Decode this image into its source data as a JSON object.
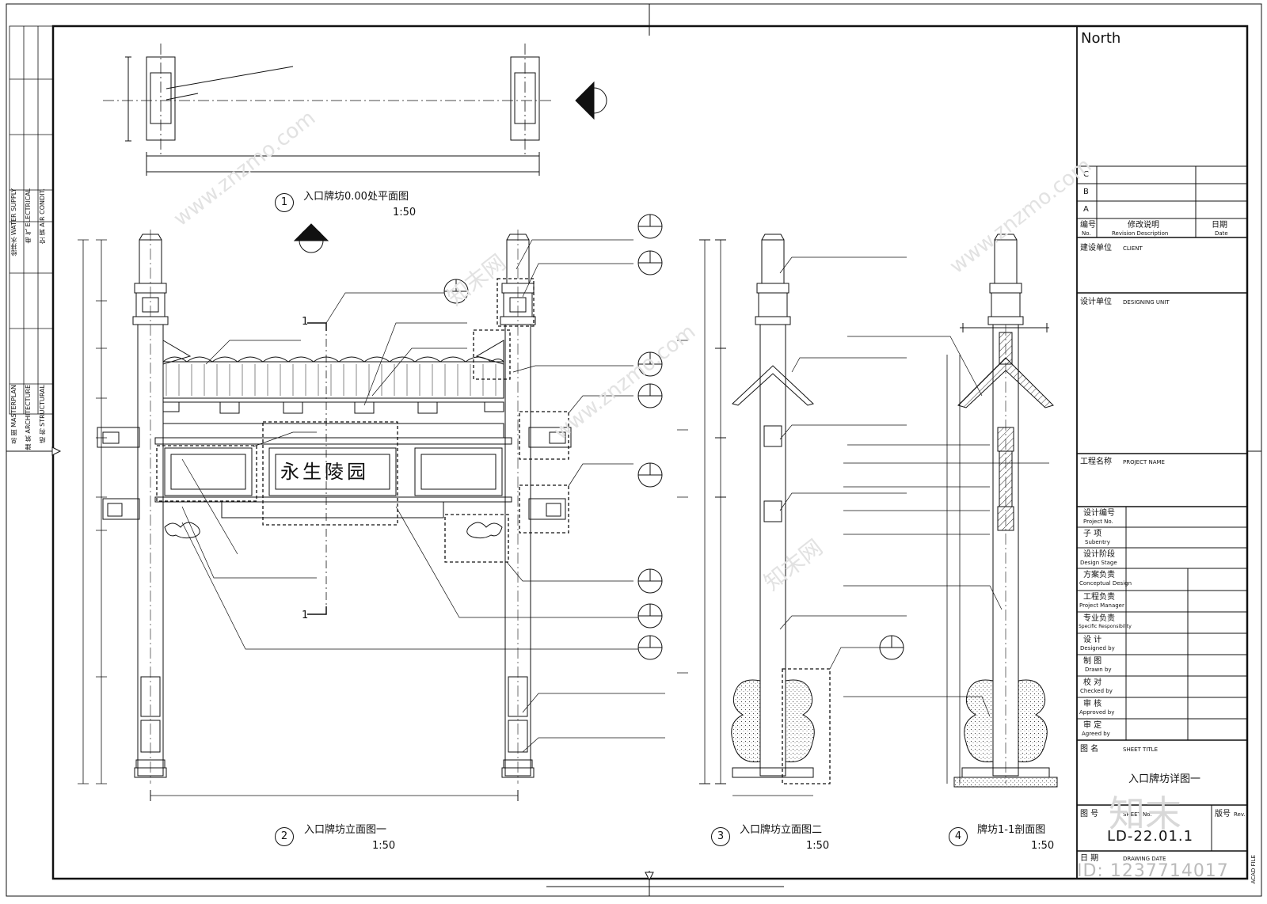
{
  "drawing": {
    "views": [
      {
        "num": "1",
        "title": "入口牌坊0.00处平面图",
        "scale": "1:50"
      },
      {
        "num": "2",
        "title": "入口牌坊立面图一",
        "scale": "1:50"
      },
      {
        "num": "3",
        "title": "入口牌坊立面图二",
        "scale": "1:50"
      },
      {
        "num": "4",
        "title": "牌坊1-1剖面图",
        "scale": "1:50"
      }
    ],
    "section_marks": [
      "1",
      "1"
    ],
    "plaque_text": "永生陵园"
  },
  "left_strip": {
    "top": [
      "给排水 WATER SUPPLY",
      "电 气 ELECTRICAL",
      "空 调 AIR CONDIT."
    ],
    "bottom": [
      "总 图 MASTERPLAN",
      "建 筑 ARCHITECTURE",
      "结 构 STRUCTURAL"
    ]
  },
  "title_block": {
    "north": "North",
    "revisions": [
      "C",
      "B",
      "A"
    ],
    "rev_header": {
      "no_cn": "编号",
      "no_en": "No.",
      "desc_cn": "修改说明",
      "desc_en": "Revision Description",
      "date_cn": "日期",
      "date_en": "Date"
    },
    "client": {
      "cn": "建设单位",
      "en": "CLIENT"
    },
    "designing_unit": {
      "cn": "设计单位",
      "en": "DESIGNING UNIT"
    },
    "project_name": {
      "cn": "工程名称",
      "en": "PROJECT NAME"
    },
    "rows": [
      {
        "cn": "设计编号",
        "en": "Project No."
      },
      {
        "cn": "子 项",
        "en": "Subentry"
      },
      {
        "cn": "设计阶段",
        "en": "Design Stage"
      },
      {
        "cn": "方案负责",
        "en": "Conceptual Design"
      },
      {
        "cn": "工程负责",
        "en": "Project Manager"
      },
      {
        "cn": "专业负责",
        "en": "Specific Responsibility"
      },
      {
        "cn": "设 计",
        "en": "Designed by"
      },
      {
        "cn": "制 图",
        "en": "Drawn by"
      },
      {
        "cn": "校 对",
        "en": "Checked by"
      },
      {
        "cn": "审 核",
        "en": "Approved by"
      },
      {
        "cn": "审 定",
        "en": "Agreed by"
      }
    ],
    "sheet_title": {
      "cn": "图 名",
      "en": "SHEET TITLE",
      "value": "入口牌坊详图一"
    },
    "sheet_no": {
      "cn": "图 号",
      "en": "SHEET No.",
      "rev_cn": "版号",
      "rev_en": "Rev.",
      "value": "LD-22.01.1"
    },
    "drawing_date": {
      "cn": "日 期",
      "en": "DRAWING DATE"
    },
    "acad": "ACAD FILE"
  },
  "watermark": {
    "site": "www.znzmo.com",
    "brand": "知末网",
    "logo": "知末",
    "id": "ID: 1237714017"
  }
}
